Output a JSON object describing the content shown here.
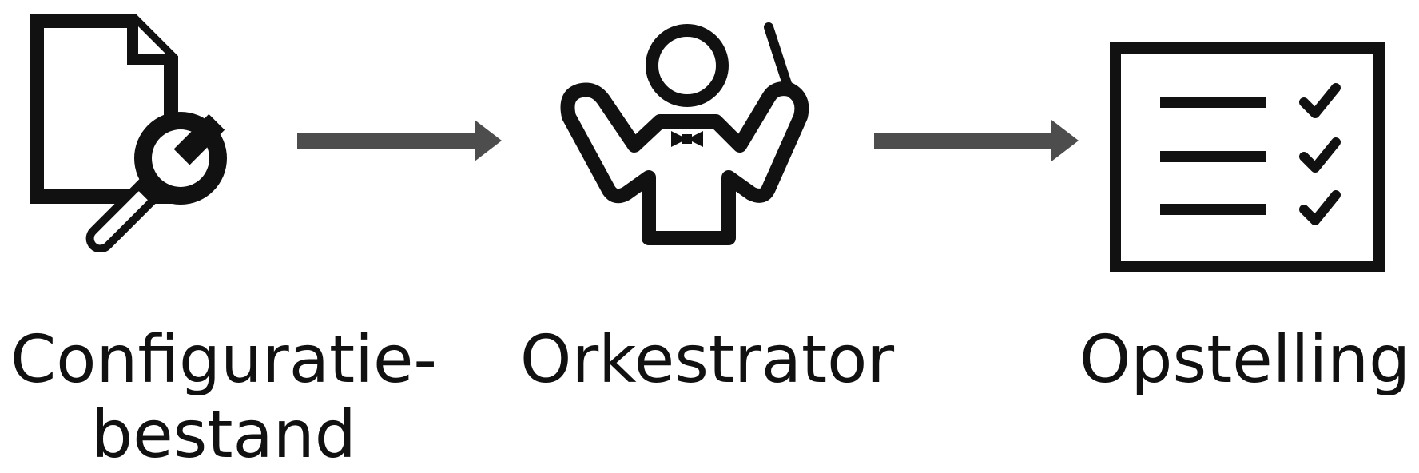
{
  "diagram": {
    "nodes": [
      {
        "id": "config",
        "icon": "config-file-wrench-icon",
        "label_line1": "Configuratie-",
        "label_line2": "bestand"
      },
      {
        "id": "orchestrator",
        "icon": "conductor-icon",
        "label": "Orkestrator"
      },
      {
        "id": "setup",
        "icon": "checklist-icon",
        "label": "Opstelling"
      }
    ],
    "edges": [
      {
        "from": "config",
        "to": "orchestrator"
      },
      {
        "from": "orchestrator",
        "to": "setup"
      }
    ],
    "colors": {
      "icon": "#111111",
      "arrow": "#4d4d4d",
      "background": "#ffffff"
    }
  }
}
